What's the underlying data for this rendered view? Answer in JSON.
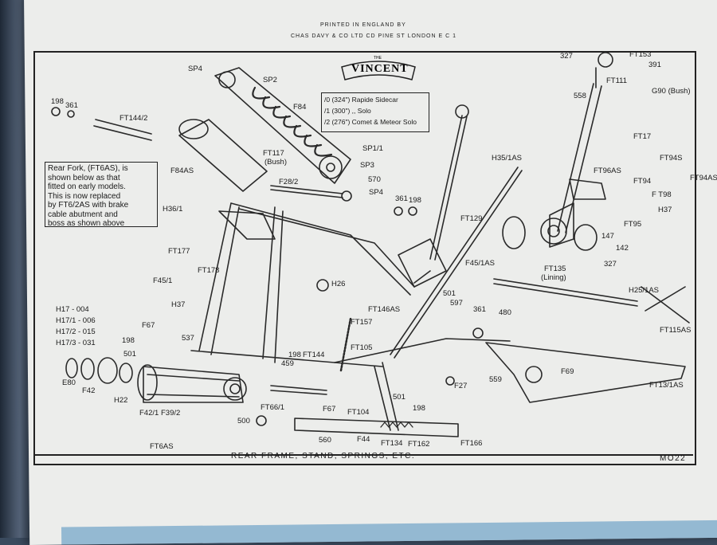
{
  "header": {
    "printed_line": "PRINTED IN ENGLAND BY",
    "printer_line": "CHAS DAVY & CO LTD  CD  PINE ST LONDON E C 1"
  },
  "logo": {
    "top": "THE",
    "name": "VINCENT"
  },
  "note": {
    "lines": [
      "Rear Fork, (FT6AS), is",
      "shown below as that",
      "fitted on early models.",
      "This is now replaced",
      "by FT6/2AS with brake",
      "cable abutment and",
      "boss as shown above"
    ]
  },
  "spec": {
    "lines": [
      "/0 (324\") Rapide Sidecar",
      "/1 (300\")   ,,     Solo",
      "/2 (276\") Comet & Meteor Solo"
    ]
  },
  "caption": "REAR FRAME, STAND, SPRINGS, ETC.",
  "page_code": "MO22",
  "labels": {
    "sp4a": "SP4",
    "sp2": "SP2",
    "f84": "F84",
    "sp11": "SP1/1",
    "sp3": "SP3",
    "s570": "570",
    "sp4b": "SP4",
    "s361a": "361",
    "s198a": "198",
    "s198b": "198",
    "s361b": "361",
    "ft1442": "FT144/2",
    "f84as": "F84AS",
    "ft117": "FT117",
    "bush": "(Bush)",
    "f282": "F28/2",
    "h361": "H36/1",
    "ft177": "FT177",
    "ft178": "FT178",
    "f451": "F45/1",
    "h37a": "H37",
    "f67a": "F67",
    "s537": "537",
    "s198c": "198",
    "s501a": "501",
    "h17": "H17  - 004",
    "h171": "H17/1 - 006",
    "h172": "H17/2 - 015",
    "h173": "H17/3 - 031",
    "e80": "E80",
    "f42": "F42",
    "h22": "H22",
    "f421": "F42/1",
    "f392": "F39/2",
    "ft6as": "FT6AS",
    "s500": "500",
    "ft661": "FT66/1",
    "s459": "459",
    "h26": "H26",
    "s198d": "198",
    "ft144": "FT144",
    "ft157": "FT157",
    "ft105": "FT105",
    "f67b": "F67",
    "ft104": "FT104",
    "s501b": "501",
    "s198e": "198",
    "s560": "560",
    "f44": "F44",
    "ft134": "FT134",
    "ft162": "FT162",
    "ft166": "FT166",
    "ft146as": "FT146AS",
    "f451as": "F45/1AS",
    "s501c": "501",
    "s597": "597",
    "s361c": "361",
    "s480": "480",
    "f27": "F27",
    "s559": "559",
    "f69": "F69",
    "ft131as": "FT13/1AS",
    "ft115as": "FT115AS",
    "h251as": "H25/1AS",
    "h351as": "H35/1AS",
    "ft129": "FT129",
    "ft135": "FT135",
    "lining": "(Lining)",
    "s327a": "327",
    "ft153": "FT153",
    "s391": "391",
    "ft111": "FT111",
    "g90": "G90 (Bush)",
    "s558": "558",
    "ft17": "FT17",
    "ft94s": "FT94S",
    "ft94as": "FT94AS",
    "ft96as": "FT96AS",
    "ft94": "FT94",
    "ft98": "F T98",
    "h37b": "H37",
    "ft95": "FT95",
    "s147": "147",
    "s142": "142",
    "s327b": "327"
  }
}
